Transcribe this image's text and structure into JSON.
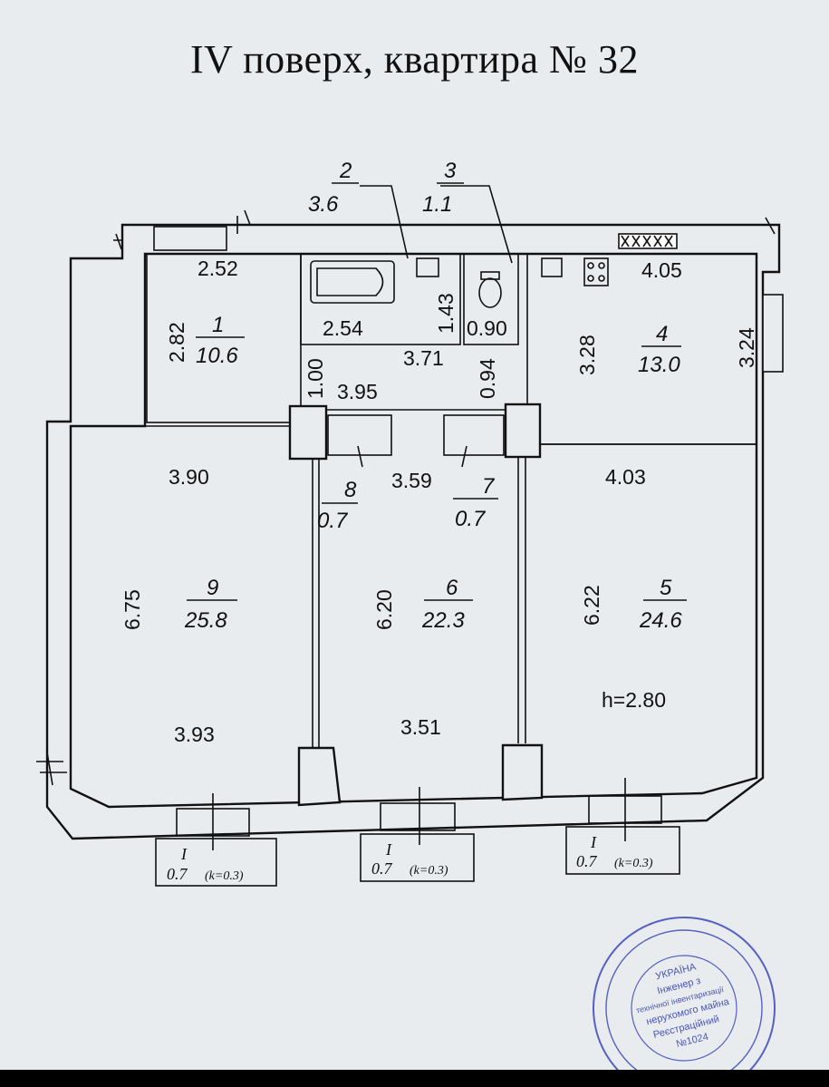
{
  "title": "IV поверх, квартира № 32",
  "height_note": "h=2.80",
  "rooms": [
    {
      "id": "1",
      "area": "10.6"
    },
    {
      "id": "2",
      "area": "3.6"
    },
    {
      "id": "3",
      "area": "1.1"
    },
    {
      "id": "4",
      "area": "13.0"
    },
    {
      "id": "5",
      "area": "24.6"
    },
    {
      "id": "6",
      "area": "22.3"
    },
    {
      "id": "7",
      "area": "0.7"
    },
    {
      "id": "8",
      "area": "0.7"
    },
    {
      "id": "9",
      "area": "25.8"
    }
  ],
  "dimensions": {
    "d_2_52": "2.52",
    "d_2_82": "2.82",
    "d_2_54": "2.54",
    "d_1_43": "1.43",
    "d_0_90": "0.90",
    "d_3_71": "3.71",
    "d_0_94": "0.94",
    "d_1_00": "1.00",
    "d_3_95": "3.95",
    "d_3_28": "3.28",
    "d_4_05": "4.05",
    "d_3_24": "3.24",
    "d_3_90": "3.90",
    "d_3_59": "3.59",
    "d_4_03": "4.03",
    "d_6_75": "6.75",
    "d_6_20": "6.20",
    "d_6_22": "6.22",
    "d_3_93": "3.93",
    "d_3_51": "3.51"
  },
  "balconies": [
    {
      "id": "I",
      "area": "0.7",
      "coef": "(k=0.3)"
    },
    {
      "id": "I",
      "area": "0.7",
      "coef": "(k=0.3)"
    },
    {
      "id": "I",
      "area": "0.7",
      "coef": "(k=0.3)"
    }
  ],
  "stamp_lines": [
    "УКРАЇНА",
    "Інженер з",
    "технічної інвентаризації",
    "нерухомого майна",
    "Реєстраційний",
    "№1024"
  ]
}
